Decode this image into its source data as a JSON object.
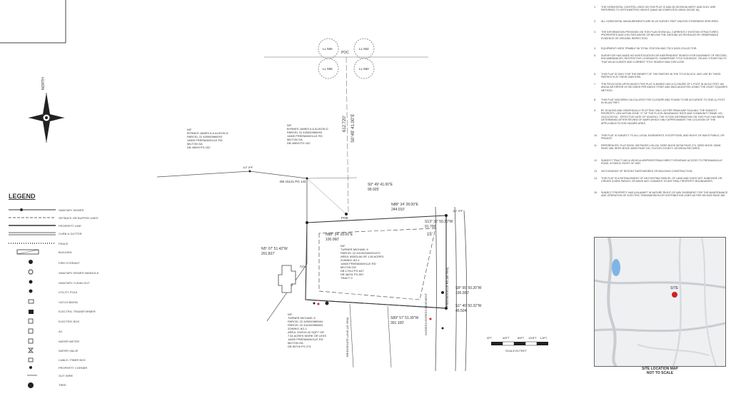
{
  "notes": [
    {
      "num": "1.",
      "text": "THE HORIZONTAL CONTROL USED ON THIS PLAT IS NAD 83 GEORGIA WEST, AND ELEV. ARE REFERRED TO ORTHOMETRIC HEIGHT (NAVD 88 COMPUTED USING GEOID 18)."
    },
    {
      "num": "2.",
      "text": "ALL HORIZONTAL MEASUREMENTS ARE IN US SURVEY FEET UNLESS OTHERWISE SPECIFIED."
    },
    {
      "num": "3.",
      "text": "THE INFORMATION PROVIDED ON THIS PLAN SHOW ALL CURRENTLY EXISTING STRUCTURES, PROPERTIES AND UTILITIES ABOVE OR BELOW THE GROUND AS REVEALED BY OBSERVABLE EVIDENCE OR GROUND INSPECTION."
    },
    {
      "num": "4.",
      "text": "EQUIPMENT USED TRIMBLE S6 TOTAL STATION AND TSC3 DATA COLLECTOR."
    },
    {
      "num": "5.",
      "text": "SURVEYOR HAS MADE NO INVESTIGATION OR INDEPENDENT SEARCH FOR EASEMENT OF RECORD, ENCUMBRANCES, RESTRICTIVE COVENANTS, OWNERSHIP TITLE EVIDENCE, OR ANY OTHER FACTS THAT AN ACCURATE AND CURRENT TITLE SEARCH MAY DISCLOSE."
    },
    {
      "num": "6.",
      "text": "THIS PLAT IS ONLY FOR THE BENEFIT OF THE PARTIES IN THE TITLE BLOCK. ANY USE BY THIRD PARTIES IS AT THEIR OWN RISK."
    },
    {
      "num": "7.",
      "text": "THE FIELD DATA UPON WHICH THIS PLAT IS BASED HAS A CLOSURE OF 1 FOOT IN 46,512 FEET, AN ANGULAR ERROR 03 SECONDS PER ANGLE POINT AND WAS ADJUSTED USING THE LEAST SQUARES METHOD."
    },
    {
      "num": "8.",
      "text": "THIS PLAT HAS BEEN CALCULATED FOR CLOSURE AND FOUND TO BE ACCURATE TO ONE (1) FOOT IN 90,442 FEET."
    },
    {
      "num": "9.",
      "text": "BY SCALING AND GRAPHICALLY PLOTTING ONLY, AS PER FEMA MAP SCALING, THE SUBJECT PROPERTY LIES WITHIN ZONE \"X\" OF THE FLOOD INSURANCE RATE MAP COMMUNITY PANEL NO. 13121C0074G - EFFECTIVE DATE OF 9/18/2013. THE FLOOD INFORMATION ON THIS PLAT HAS BEEN DETERMINED AFTER REVIEW OF MAPS WHICH ONLY APPROXIMATE THE LOCATION OF THE APPLICABLE FLOOD HAZARD AREA."
    },
    {
      "num": "10.",
      "text": "THIS PLAT IS SUBJECT TO ALL LEGAL EASEMENTS, EXCEPTIONS, AND RIGHT-OF-WAYS PUBLIC OR PRIVATE."
    },
    {
      "num": "11.",
      "text": "REFERENCES: PLAT BOOK 289 PAGES 126-130, DEED BOOK 56738 PAGE 274, DEED BOOK 15696 PAGE 288, DEED BOOK 40693 PAGE 152, FULTON COUNTY, GEORGIA RECORDS."
    },
    {
      "num": "12.",
      "text": "SUBJECT TRACT HAS A VEHICULAR/PEDESTRIAN DIRECT DRIVEWAY ACCESS TO FREEMANVILLE ROAD, A PUBLIC RIGHT OF WAY."
    },
    {
      "num": "13.",
      "text": "NO EVIDENCE OF RECENT EARTHWORKS OR BUILDING CONSTRUCTION."
    },
    {
      "num": "14.",
      "text": "THIS PLAT IS A RETRACEMENT OF AN EXISTING PARCEL OF LAND AND DOES NOT SUBDIVIDE OR CREATE A NEW PARCEL OR MAKE ANY CHANGES TO ANY REAL PROPERTY BOUNDARIES."
    },
    {
      "num": "15.",
      "text": "SUBJECT PROPERTY HAS A BLANKET IN NATURE RIGHT-OF-WAY EASEMENT FOR THE MAINTENANCE AND OPERATION OF ELECTRIC TRANSMISSION OR DISTRIBUTION LINES AS PER DB 5325 PAGE 380."
    }
  ],
  "compass": {
    "label": "NORTH"
  },
  "lots": {
    "ll556": "LL 556",
    "ll554": "LL 554",
    "ll558": "LL 558",
    "ll560": "LL 560"
  },
  "poc": "POC",
  "pob": "POB",
  "tie_line": {
    "distance": "612.720'",
    "bearing": "S0°49' 41.00\"E"
  },
  "north_owner": {
    "line1": "N/F",
    "line2": "BYRNES JAMES A & ALISON D",
    "line3": "PARCEL 22 425000980093",
    "line4": "14600 FREEMANVILLE RD",
    "line5": "MILTON GA",
    "line6": "DB 40693 PG 152"
  },
  "north_owner_b": {
    "line1": "N/F",
    "line2": "BYRNES JAMES A & ALISON D",
    "line3": "PARCEL 22 425000980093",
    "line4": "14600 FREEMANVILLE RD",
    "line5": "MILTON GA",
    "line6": "DB 40693 PG 152"
  },
  "db_ref": "DB 15141 PG 143",
  "bearings": {
    "b1_bearing": "S0° 49' 41.00\"E",
    "b1_dist": "99.925'",
    "b2_bearing": "N88° 34' 28.00\"E",
    "b2_dist": "244.010'",
    "b3_bearing": "N88° 34' 28.00\"E",
    "b3_dist": "100.060'",
    "b4_bearing": "S13° 32' 50.20\"W",
    "b4_dist": "91.700'",
    "b5_bearing": "N5° 07' 51.42\"W",
    "b5_dist": "201.837'",
    "b6_bearing": "S8° 55' 50.20\"W",
    "b6_dist": "100.000'",
    "b7_bearing": "S1° 40' 50.32\"W",
    "b7_dist": "49.504'",
    "b8_bearing": "S89° 57' 51.39\"W",
    "b8_dist": "301.100'"
  },
  "setback": "15'",
  "iron_pin": "1/2\" IPF",
  "subject": {
    "line1": "N/F",
    "line2": "TURNER MICHAEL K",
    "line3": "PARCEL 22 441002000001070",
    "line4": "AREA: 65523.86 OR 1.50 ACRES",
    "line5": "ZONING: AG-1",
    "line6": "14600 FREEMANVILLE RD",
    "line7": "MILTON GA",
    "line8": "DB 17912 PG 647",
    "line9": "DB 36231 PG 597",
    "line10": "TRACT 3"
  },
  "south_owner": {
    "line1": "N/F",
    "line2": "TURNER MICHAEL K",
    "line3": "PARCEL 22 425000980084",
    "line4": "PARCEL 22 441000980863",
    "line5": "ZONING: AG-1",
    "line6": "AREA: 332019.42 SQFT OR",
    "line7": "7.61 ACRES MORE OR LESS",
    "line8": "14600 FREEMANVILLE RD",
    "line9": "MILTON GA",
    "line10": "DB 55726 PG 274"
  },
  "road_label": "FREEMANVILLE RD (80' R/W)",
  "easement_label": "INGRESS-EGRESS EASEMENT",
  "brook_label": "BRIDGEGATE LANE (15' R/W)",
  "co_label": "CO.",
  "scale": {
    "t0": "0FT",
    "t1": "40FT",
    "t2": "80FT",
    "t3": "120FT",
    "t4": "1.5FT",
    "caption": "SCALE IN FEET"
  },
  "legend": {
    "title": "LEGEND",
    "items": [
      "SANITARY SEWER",
      "SETBACK OR BUFFER LINES",
      "PROPERTY LINE",
      "CURB & GUTTER",
      "FENCE",
      "BUILDING",
      "FIRE HYDRANT",
      "SANITARY SEWER MANHOLE",
      "SANITARY CLEAN OUT",
      "UTILITY POLE",
      "CATCH BASIN",
      "ELECTRIC TRANSFORMER",
      "ELECTRIC BOX",
      "AC",
      "WATER METER",
      "WATER VALVE",
      "CABLE / FIBER BOX",
      "PROPERTY CORNER",
      "GUY WIRE",
      "TREE"
    ]
  },
  "location_map": {
    "site": "SITE",
    "caption1": "SITE LOCATION MAP",
    "caption2": "NOT TO SCALE"
  },
  "colors": {
    "line": "#555555",
    "red": "#cc2222",
    "water": "#7fb4e6"
  }
}
